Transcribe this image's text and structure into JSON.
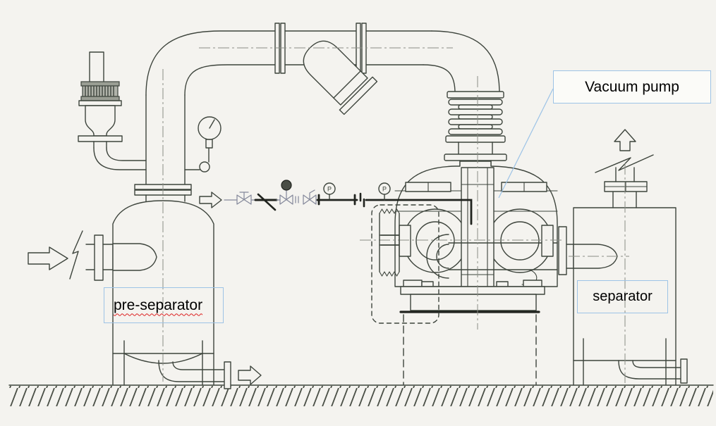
{
  "diagram": {
    "labels": {
      "vacuum_pump": "Vacuum pump",
      "pre_separator": "pre-separator",
      "separator": "separator"
    },
    "gauges": [
      {
        "label": "P"
      },
      {
        "label": "P"
      }
    ],
    "flow_arrows": [
      {
        "name": "inlet-flow-arrow",
        "direction": "right"
      },
      {
        "name": "suction-line-flow-arrow",
        "direction": "right"
      },
      {
        "name": "pre-separator-drain-arrow",
        "direction": "right"
      },
      {
        "name": "exhaust-flow-arrow",
        "direction": "up"
      }
    ],
    "components": [
      "pre-separator-vessel",
      "vacuum-pump",
      "separator-vessel",
      "suction-pipe-run",
      "y-strainer",
      "expansion-bellows",
      "vacuum-relief-valve",
      "pressure-gauge-dial",
      "inline-valve-train",
      "belt-guard",
      "pump-base-foundation",
      "ground"
    ],
    "colors": {
      "paper": "#f4f3ef",
      "ink": "#3d443c",
      "dark_ink": "#20231e",
      "centerline": "#8a8e86",
      "callout_border": "#9dc3e6",
      "leader_line": "#9dc3e6",
      "label_text": "#000000",
      "spellcheck_underline": "#dd1f1f"
    }
  }
}
